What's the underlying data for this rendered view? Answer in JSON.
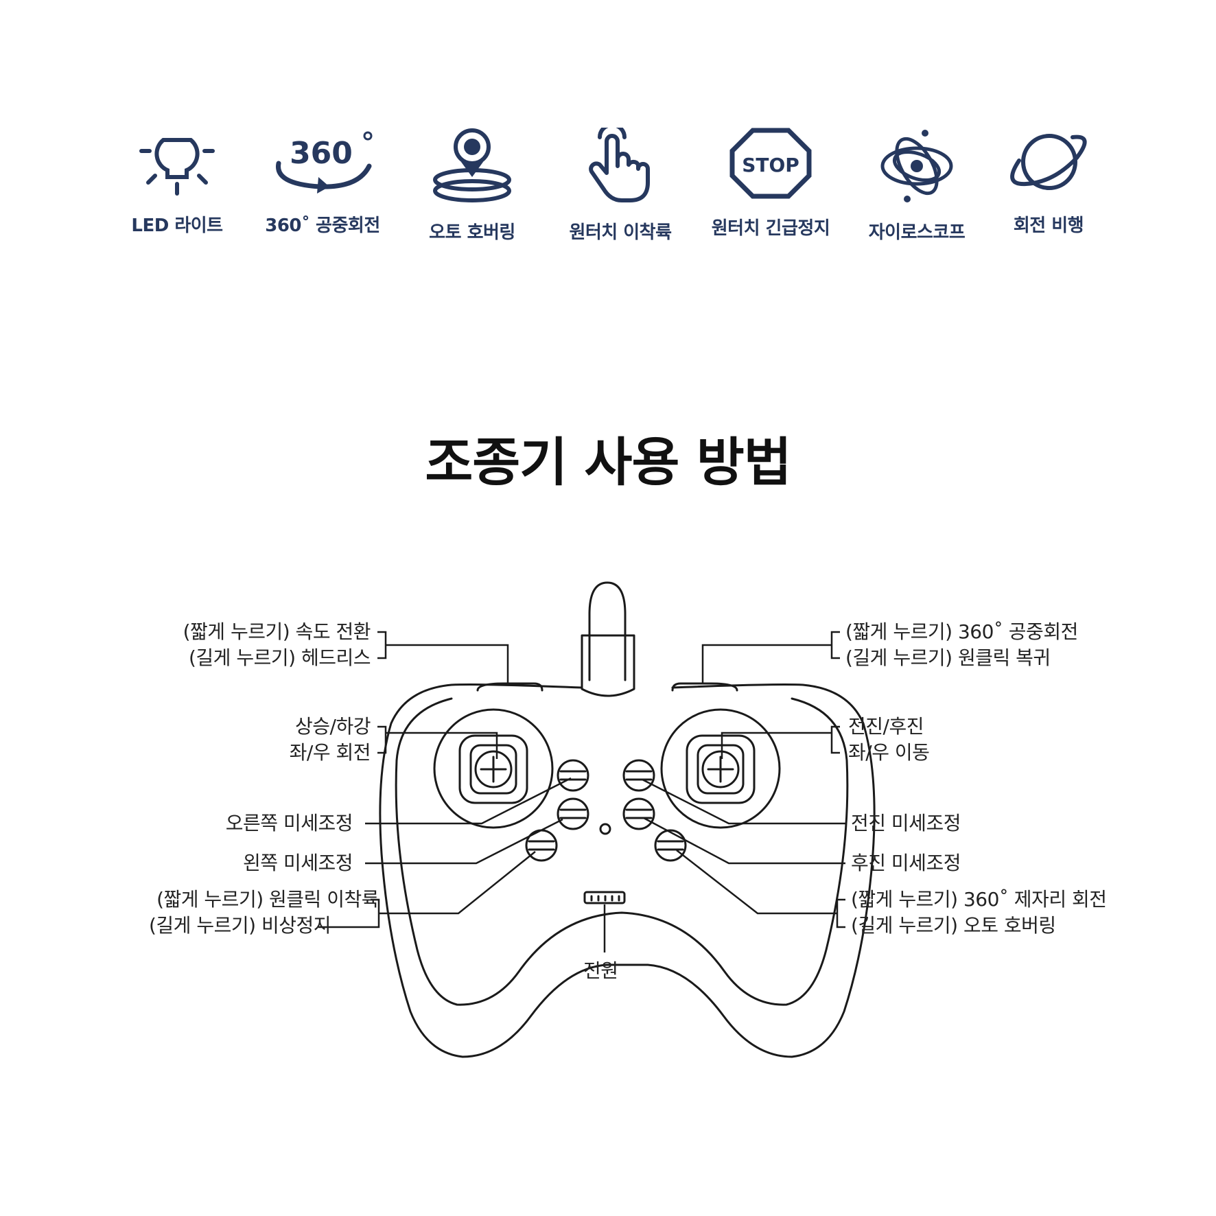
{
  "features": [
    {
      "icon": "led-light-icon",
      "label": "LED 라이트"
    },
    {
      "icon": "rotation-360-icon",
      "label": "360˚ 공중회전",
      "icon_text": "360"
    },
    {
      "icon": "auto-hover-icon",
      "label": "오토 호버링"
    },
    {
      "icon": "one-touch-landing-icon",
      "label": "원터치 이착륙"
    },
    {
      "icon": "stop-sign-icon",
      "label": "원터치 긴급정지",
      "icon_text": "STOP"
    },
    {
      "icon": "gyroscope-icon",
      "label": "자이로스코프"
    },
    {
      "icon": "planet-icon",
      "label": "회전 비행"
    }
  ],
  "colors": {
    "accent": "#26385e",
    "line": "#1a1a1a"
  },
  "heading": "조종기 사용 방법",
  "controller": {
    "left_shoulder": {
      "line1": "(짧게 누르기) 속도 전환",
      "line2": "(길게 누르기) 헤드리스"
    },
    "left_stick": {
      "line1": "상승/하강",
      "line2": "좌/우 회전"
    },
    "right_trim": "오른쪽 미세조정",
    "left_trim": "왼쪽 미세조정",
    "left_bottom_button": {
      "line1": "(짧게 누르기) 원클릭 이착륙",
      "line2": "(길게 누르기) 비상정지"
    },
    "right_shoulder": {
      "line1": "(짧게 누르기) 360˚ 공중회전",
      "line2": "(길게 누르기) 원클릭 복귀"
    },
    "right_stick": {
      "line1": "전진/후진",
      "line2": "좌/우 이동"
    },
    "forward_trim": "전진 미세조정",
    "backward_trim": "후진 미세조정",
    "right_bottom_button": {
      "line1": "(짧게 누르기) 360˚ 제자리 회전",
      "line2": "(길게 누르기) 오토 호버링"
    },
    "power": "전원"
  }
}
